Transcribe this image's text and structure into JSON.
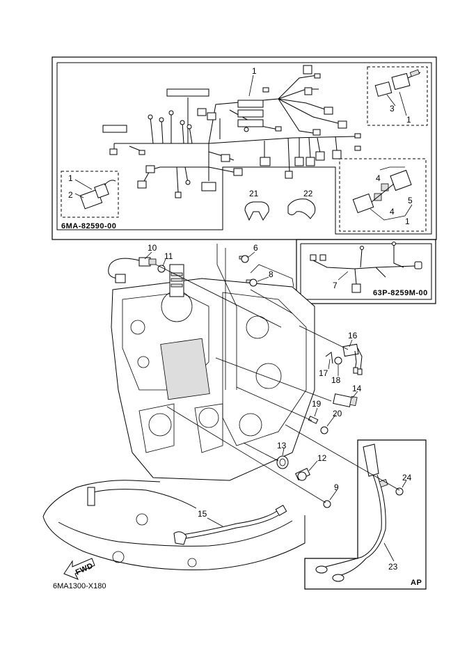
{
  "callouts": {
    "c1_top": "1",
    "c3": "3",
    "c1_inset_tr": "1",
    "c1_inset_l": "1",
    "c2": "2",
    "c21": "21",
    "c22": "22",
    "c4a": "4",
    "c4b": "4",
    "c5": "5",
    "c1_inset_r": "1",
    "c10": "10",
    "c11": "11",
    "c6": "6",
    "c8": "8",
    "c7": "7",
    "c16": "16",
    "c17": "17",
    "c18": "18",
    "c14": "14",
    "c19": "19",
    "c20": "20",
    "c13": "13",
    "c12": "12",
    "c9": "9",
    "c15": "15",
    "c24": "24",
    "c23": "23"
  },
  "part_codes": {
    "harness_main": "6MA-82590-00",
    "harness_sub": "63P-8259M-00"
  },
  "labels": {
    "fwd": "FWD",
    "ap": "AP",
    "figure_id": "6MA1300-X180"
  }
}
